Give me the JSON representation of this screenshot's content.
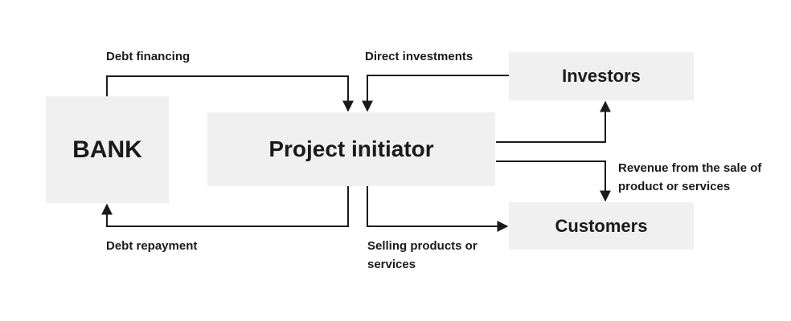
{
  "nodes": {
    "bank": "BANK",
    "initiator": "Project initiator",
    "investors": "Investors",
    "customers": "Customers"
  },
  "edges": {
    "debt_financing": "Debt financing",
    "direct_investments": "Direct investments",
    "debt_repayment": "Debt repayment",
    "selling": "Selling products or services",
    "revenue": "Revenue from the sale of product or services"
  }
}
